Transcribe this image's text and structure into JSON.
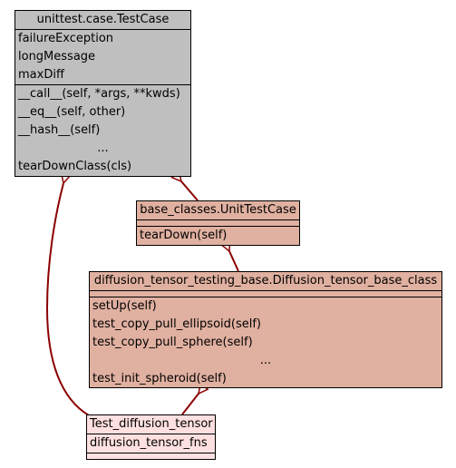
{
  "colors": {
    "testcase_fill": "#bfbfbf",
    "unittestcase_fill": "#e0b0a0",
    "base_class_fill": "#e0b0a0",
    "focus_fill": "#ffe0e0",
    "edge": "#8b0000"
  },
  "classes": {
    "testcase": {
      "title": "unittest.case.TestCase",
      "attributes": [
        "failureException",
        "longMessage",
        "maxDiff"
      ],
      "methods": [
        "__call__(self, *args, **kwds)",
        "__eq__(self, other)",
        "__hash__(self)",
        "...",
        "tearDownClass(cls)"
      ]
    },
    "unittestcase": {
      "title": "base_classes.UnitTestCase",
      "attributes": [],
      "methods": [
        "tearDown(self)"
      ]
    },
    "base_class": {
      "title": "diffusion_tensor_testing_base.Diffusion_tensor_base_class",
      "attributes": [],
      "methods": [
        "setUp(self)",
        "test_copy_pull_ellipsoid(self)",
        "test_copy_pull_sphere(self)",
        "...",
        "test_init_spheroid(self)"
      ]
    },
    "focus": {
      "title": "Test_diffusion_tensor",
      "attributes": [
        "diffusion_tensor_fns"
      ],
      "methods": []
    }
  }
}
